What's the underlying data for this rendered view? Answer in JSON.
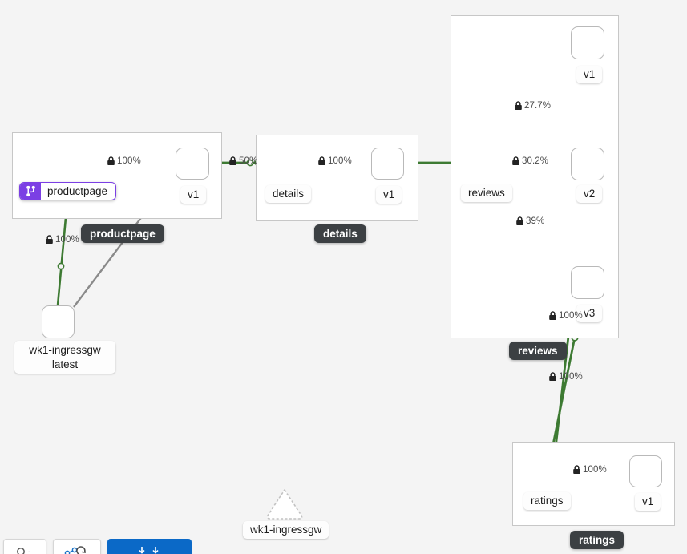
{
  "canvas": {
    "background_color": "#f4f4f4",
    "edge_color": "#3d7a32",
    "idle_edge_color": "#8a8a8a",
    "accent_purple": "#7b3fe4",
    "badge_dark_color": "#3c4043",
    "primary_button_color": "#0b69c7"
  },
  "clusters": [
    {
      "id": "productpage",
      "badge_label": "productpage"
    },
    {
      "id": "details",
      "badge_label": "details"
    },
    {
      "id": "reviews",
      "badge_label": "reviews"
    },
    {
      "id": "ratings",
      "badge_label": "ratings"
    }
  ],
  "nodes": [
    {
      "id": "productpage-svc",
      "type": "service",
      "label": "productpage",
      "selected": true
    },
    {
      "id": "productpage-v1",
      "type": "workload",
      "label": "v1"
    },
    {
      "id": "details-svc",
      "type": "service",
      "label": "details"
    },
    {
      "id": "details-v1",
      "type": "workload",
      "label": "v1"
    },
    {
      "id": "reviews-svc",
      "type": "service",
      "label": "reviews"
    },
    {
      "id": "reviews-v1",
      "type": "workload",
      "label": "v1"
    },
    {
      "id": "reviews-v2",
      "type": "workload",
      "label": "v2"
    },
    {
      "id": "reviews-v3",
      "type": "workload",
      "label": "v3"
    },
    {
      "id": "ratings-svc",
      "type": "service",
      "label": "ratings"
    },
    {
      "id": "ratings-v1",
      "type": "workload",
      "label": "v1"
    },
    {
      "id": "ingressgw-wl",
      "type": "workload",
      "label_line1": "wk1-ingressgw",
      "label_line2": "latest"
    },
    {
      "id": "ingressgw-svc",
      "type": "service",
      "label": "wk1-ingressgw",
      "style": "dashed"
    }
  ],
  "edges": [
    {
      "id": "ingress-to-productpage",
      "from": "ingressgw-wl",
      "to": "productpage-svc",
      "label": "100%",
      "secure": true,
      "color": "green"
    },
    {
      "id": "ingress-to-productpage-v1",
      "from": "ingressgw-wl",
      "to": "productpage-v1",
      "label": "",
      "secure": false,
      "color": "gray"
    },
    {
      "id": "productpage-svc-to-v1",
      "from": "productpage-svc",
      "to": "productpage-v1",
      "label": "100%",
      "secure": true,
      "color": "green"
    },
    {
      "id": "productpage-v1-to-details",
      "from": "productpage-v1",
      "to": "details-svc",
      "label": "50%",
      "secure": true,
      "color": "green"
    },
    {
      "id": "details-svc-to-v1",
      "from": "details-svc",
      "to": "details-v1",
      "label": "100%",
      "secure": true,
      "color": "green"
    },
    {
      "id": "details-v1-to-reviews",
      "from": "details-v1",
      "to": "reviews-svc",
      "label": "",
      "secure": false,
      "color": "green"
    },
    {
      "id": "reviews-svc-to-v1",
      "from": "reviews-svc",
      "to": "reviews-v1",
      "label": "27.7%",
      "secure": true,
      "color": "green"
    },
    {
      "id": "reviews-svc-to-v2",
      "from": "reviews-svc",
      "to": "reviews-v2",
      "label": "30.2%",
      "secure": true,
      "color": "green"
    },
    {
      "id": "reviews-svc-to-v3",
      "from": "reviews-svc",
      "to": "reviews-v3",
      "label": "39%",
      "secure": true,
      "color": "green"
    },
    {
      "id": "reviews-v2-to-ratings",
      "from": "reviews-v2",
      "to": "ratings-svc",
      "label": "100%",
      "secure": true,
      "color": "green"
    },
    {
      "id": "reviews-v3-to-ratings",
      "from": "reviews-v3",
      "to": "ratings-svc",
      "label": "100%",
      "secure": true,
      "color": "green"
    },
    {
      "id": "ratings-svc-to-v1",
      "from": "ratings-svc",
      "to": "ratings-v1",
      "label": "100%",
      "secure": true,
      "color": "green"
    }
  ],
  "edge_labels": [
    {
      "id": "lbl-pp-v1",
      "text": "100%",
      "secure": true
    },
    {
      "id": "lbl-pp-details",
      "text": "50%",
      "secure": true
    },
    {
      "id": "lbl-details-v1",
      "text": "100%",
      "secure": true
    },
    {
      "id": "lbl-rev-v1",
      "text": "27.7%",
      "secure": true
    },
    {
      "id": "lbl-rev-v2",
      "text": "30.2%",
      "secure": true
    },
    {
      "id": "lbl-rev-v3",
      "text": "39%",
      "secure": true
    },
    {
      "id": "lbl-v3-ratings",
      "text": "100%",
      "secure": true
    },
    {
      "id": "lbl-ratings-out",
      "text": "100%",
      "secure": true
    },
    {
      "id": "lbl-ingress-pp",
      "text": "100%",
      "secure": true
    },
    {
      "id": "lbl-rev-ratings",
      "text": "100%",
      "secure": true
    }
  ],
  "toolbar": {
    "zoom_out_icon": "zoom-out-icon",
    "fit_icon": "fit-to-screen-icon",
    "legend_icon": "legend-icon",
    "refresh_icon": "refresh-icon",
    "primary_icon": "download-icon"
  }
}
